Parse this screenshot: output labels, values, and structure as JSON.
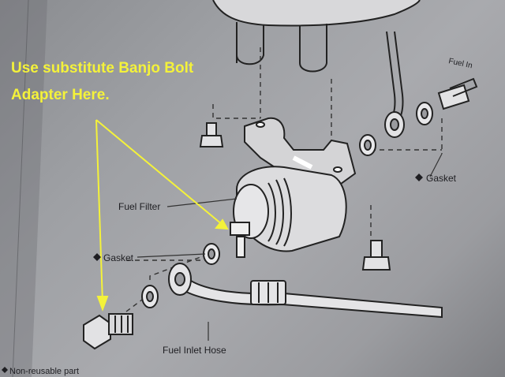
{
  "annotation": {
    "line1": "Use substitute Banjo Bolt",
    "line2": "Adapter Here.",
    "color": "#f4f23a"
  },
  "labels": {
    "fuel_filter": "Fuel Filter",
    "gasket_left": "Gasket",
    "gasket_right": "Gasket",
    "fuel_inlet_hose": "Fuel Inlet Hose",
    "non_reusable": "Non-reusable part",
    "fuel_top_right": "Fuel In"
  },
  "icons": {
    "non_reusable_marker": "diamond-icon"
  }
}
